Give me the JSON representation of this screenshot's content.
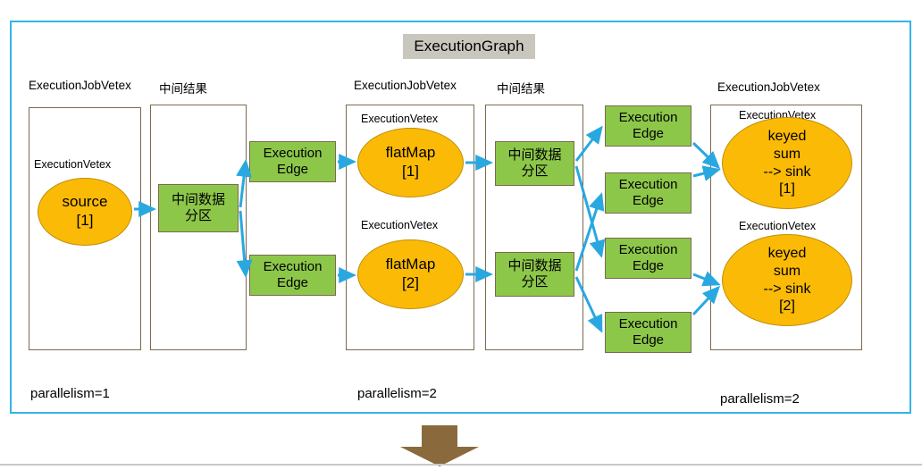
{
  "frame": {
    "title": "ExecutionGraph",
    "border_color": "#33b5e8",
    "title_bg": "#c9c6bd"
  },
  "palette": {
    "vertex_fill": "#fbba06",
    "vertex_stroke": "#c08f05",
    "box_fill": "#8dc74a",
    "box_stroke": "#7b6a4f",
    "column_stroke": "#7b6a4f",
    "arrow_color": "#29a8e0",
    "bottom_arrow": "#8a6a3d"
  },
  "columns": [
    {
      "caption": "ExecutionJobVetex"
    },
    {
      "caption": "中间结果"
    },
    {
      "caption": "ExecutionJobVetex"
    },
    {
      "caption": "中间结果"
    },
    {
      "caption": "ExecutionJobVetex"
    }
  ],
  "vertex_captions": {
    "c1_v1": "ExecutionVetex",
    "c3_v1": "ExecutionVetex",
    "c3_v2": "ExecutionVetex",
    "c5_v1": "ExecutionVetex",
    "c5_v2": "ExecutionVetex"
  },
  "vertices": {
    "source": {
      "line1": "source",
      "line2": "[1]"
    },
    "flatmap1": {
      "line1": "flatMap",
      "line2": "[1]"
    },
    "flatmap2": {
      "line1": "flatMap",
      "line2": "[2]"
    },
    "sink1": {
      "line1": "keyed",
      "line2": "sum",
      "line3": "--> sink",
      "line4": "[1]"
    },
    "sink2": {
      "line1": "keyed",
      "line2": "sum",
      "line3": "--> sink",
      "line4": "[2]"
    }
  },
  "partitions": {
    "p1": {
      "line1": "中间数据",
      "line2": "分区"
    },
    "p2": {
      "line1": "中间数据",
      "line2": "分区"
    },
    "p3": {
      "line1": "中间数据",
      "line2": "分区"
    }
  },
  "edges": {
    "e1": {
      "line1": "Execution",
      "line2": "Edge"
    },
    "e2": {
      "line1": "Execution",
      "line2": "Edge"
    },
    "e3": {
      "line1": "Execution",
      "line2": "Edge"
    },
    "e4": {
      "line1": "Execution",
      "line2": "Edge"
    },
    "e5": {
      "line1": "Execution",
      "line2": "Edge"
    },
    "e6": {
      "line1": "Execution",
      "line2": "Edge"
    }
  },
  "parallelism": {
    "p1": "parallelism=1",
    "p2": "parallelism=2",
    "p3": "parallelism=2"
  }
}
